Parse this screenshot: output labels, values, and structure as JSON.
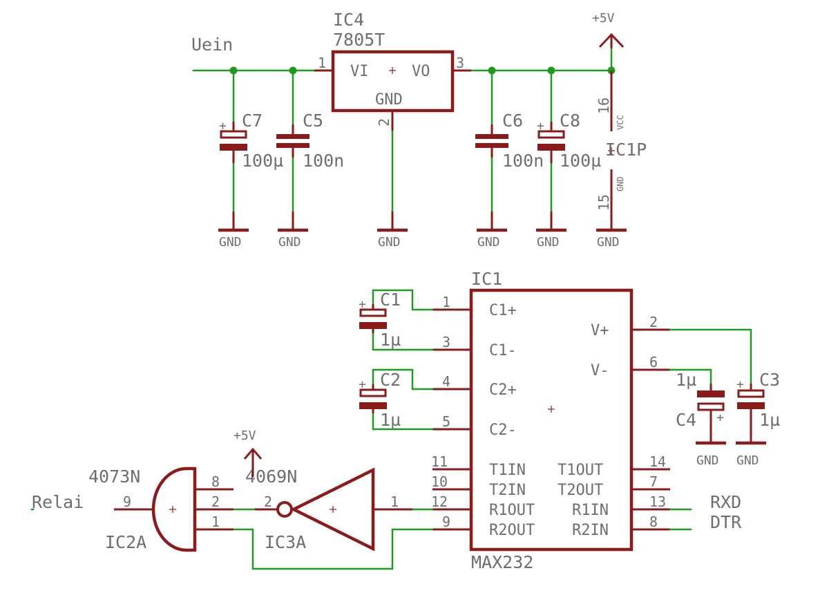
{
  "power": {
    "input_label": "Uein",
    "supply_label": "+5V",
    "gnd_label": "GND"
  },
  "regulator": {
    "name": "IC4",
    "value": "7805T",
    "pin_vi": "VI",
    "pin_vo": "VO",
    "pin_gnd": "GND",
    "pin_num_in": "1",
    "pin_num_gnd": "2",
    "pin_num_out": "3"
  },
  "caps_top": {
    "c7": {
      "name": "C7",
      "value": "100µ"
    },
    "c5": {
      "name": "C5",
      "value": "100n"
    },
    "c6": {
      "name": "C6",
      "value": "100n"
    },
    "c8": {
      "name": "C8",
      "value": "100µ"
    }
  },
  "power_pins": {
    "name": "IC1P",
    "vcc_pin": "16",
    "vcc_label": "VCC",
    "gnd_pin": "15",
    "gnd_label": "GND"
  },
  "max232": {
    "name": "IC1",
    "value": "MAX232",
    "left_pins": [
      {
        "num": "1",
        "label": "C1+"
      },
      {
        "num": "3",
        "label": "C1-"
      },
      {
        "num": "4",
        "label": "C2+"
      },
      {
        "num": "5",
        "label": "C2-"
      },
      {
        "num": "11",
        "label": "T1IN"
      },
      {
        "num": "10",
        "label": "T2IN"
      },
      {
        "num": "12",
        "label": "R1OUT"
      },
      {
        "num": "9",
        "label": "R2OUT"
      }
    ],
    "right_pins": [
      {
        "num": "2",
        "label": "V+"
      },
      {
        "num": "6",
        "label": "V-"
      },
      {
        "num": "14",
        "label": "T1OUT"
      },
      {
        "num": "7",
        "label": "T2OUT"
      },
      {
        "num": "13",
        "label": "R1IN"
      },
      {
        "num": "8",
        "label": "R2IN"
      }
    ]
  },
  "caps_charge": {
    "c1": {
      "name": "C1",
      "value": "1µ"
    },
    "c2": {
      "name": "C2",
      "value": "1µ"
    },
    "c3": {
      "name": "C3",
      "value": "1µ"
    },
    "c4": {
      "name": "C4",
      "value": "1µ"
    }
  },
  "signals": {
    "rxd": "RXD",
    "dtr": "DTR",
    "relai": "Relai"
  },
  "gate_and": {
    "value": "4073N",
    "name": "IC2A",
    "pin_out": "9",
    "pin_a": "8",
    "pin_b": "2",
    "pin_c": "1"
  },
  "gate_inv": {
    "value": "4069N",
    "name": "IC3A",
    "pin_out": "2",
    "pin_in": "1",
    "supply_label": "+5V"
  }
}
